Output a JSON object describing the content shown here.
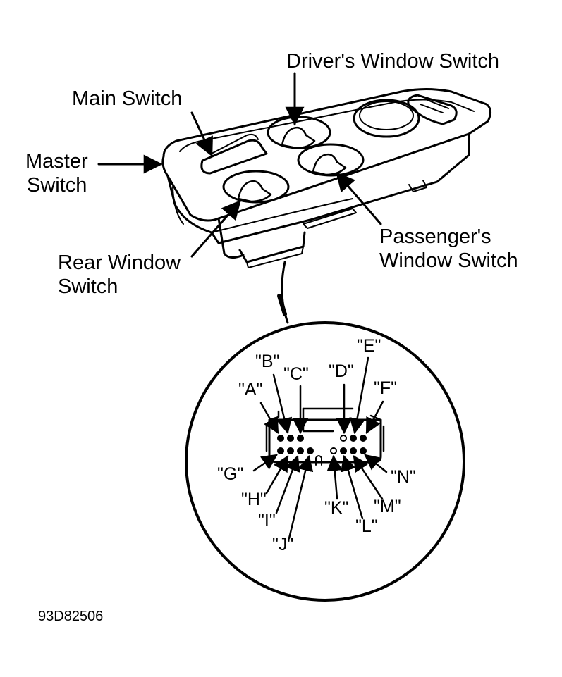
{
  "labels": {
    "drivers_window_switch": "Driver's Window Switch",
    "main_switch": "Main Switch",
    "master_switch_line1": "Master",
    "master_switch_line2": "Switch",
    "rear_window_switch_line1": "Rear Window",
    "rear_window_switch_line2": "Switch",
    "passengers_window_switch_line1": "Passenger's",
    "passengers_window_switch_line2": "Window Switch"
  },
  "connector_terminals": {
    "A": "\"A\"",
    "B": "\"B\"",
    "C": "\"C\"",
    "D": "\"D\"",
    "E": "\"E\"",
    "F": "\"F\"",
    "G": "\"G\"",
    "H": "\"H\"",
    "I": "\"I\"",
    "J": "\"J\"",
    "K": "\"K\"",
    "L": "\"L\"",
    "M": "\"M\"",
    "N": "\"N\""
  },
  "figure_id": "93D82506"
}
